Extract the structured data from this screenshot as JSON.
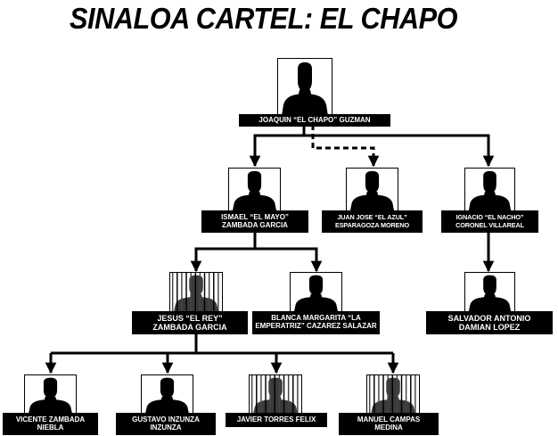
{
  "title": "SINALOA CARTEL: EL CHAPO",
  "nodes": {
    "chapo": {
      "lines": [
        "JOAQUIN “EL CHAPO” GUZMAN"
      ],
      "jailed": false
    },
    "mayo": {
      "lines": [
        "ISMAEL “EL MAYO”",
        "ZAMBADA GARCIA"
      ],
      "jailed": false
    },
    "azul": {
      "lines": [
        "JUAN JOSE “EL AZUL”",
        "ESPARAGOZA MORENO"
      ],
      "jailed": false
    },
    "nacho": {
      "lines": [
        "IGNACIO “EL NACHO”",
        "CORONEL VILLAREAL"
      ],
      "jailed": false
    },
    "rey": {
      "lines": [
        "JESUS “EL REY”",
        "ZAMBADA GARCIA"
      ],
      "jailed": true
    },
    "blanca": {
      "lines": [
        "BLANCA MARGARITA “LA",
        "EMPERATRIZ” CAZAREZ SALAZAR"
      ],
      "jailed": false
    },
    "salvador": {
      "lines": [
        "SALVADOR ANTONIO",
        "DAMIAN LOPEZ"
      ],
      "jailed": false
    },
    "vicente": {
      "lines": [
        "VICENTE ZAMBADA",
        "NIEBLA"
      ],
      "jailed": false
    },
    "gustavo": {
      "lines": [
        "GUSTAVO INZUNZA",
        "INZUNZA"
      ],
      "jailed": false
    },
    "javier": {
      "lines": [
        "JAVIER TORRES FELIX"
      ],
      "jailed": true
    },
    "manuel": {
      "lines": [
        "MANUEL CAMPAS",
        "MEDINA"
      ],
      "jailed": true
    }
  },
  "edges": [
    {
      "from": "chapo",
      "to": "mayo",
      "style": "solid"
    },
    {
      "from": "chapo",
      "to": "azul",
      "style": "dashed"
    },
    {
      "from": "chapo",
      "to": "nacho",
      "style": "solid"
    },
    {
      "from": "mayo",
      "to": "rey",
      "style": "solid"
    },
    {
      "from": "mayo",
      "to": "blanca",
      "style": "solid"
    },
    {
      "from": "nacho",
      "to": "salvador",
      "style": "solid"
    },
    {
      "from": "rey",
      "to": "vicente",
      "style": "solid"
    },
    {
      "from": "rey",
      "to": "gustavo",
      "style": "solid"
    },
    {
      "from": "rey",
      "to": "javier",
      "style": "solid"
    },
    {
      "from": "rey",
      "to": "manuel",
      "style": "solid"
    }
  ]
}
